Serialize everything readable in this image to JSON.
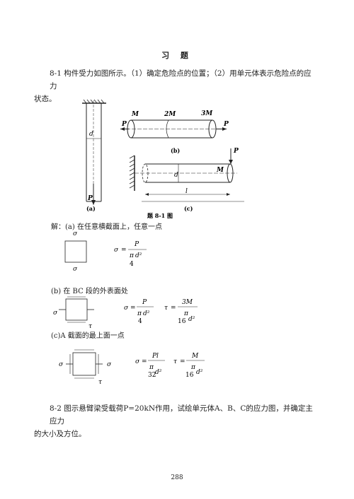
{
  "title": "习  题",
  "problem1": {
    "line1": "8-1    构件受力如图所示。（1）确定危险点的位置；（2）用单元体表示危险点的应力",
    "line2": "状态。"
  },
  "figure": {
    "caption": "题 8-1 图",
    "label_a": "(a)",
    "label_b": "(b)",
    "label_c": "(c)",
    "d": "d",
    "P": "P",
    "M": "M",
    "M2": "2M",
    "M3": "3M",
    "l": "l"
  },
  "solution": {
    "a_head": "解：(a)    在任意横截面上，任意一点",
    "b_head": "(b)    在 BC 段的外表面处",
    "c_head": "(c)A 截面的最上面一点",
    "sigma": "σ",
    "tau": "τ",
    "eq": "=",
    "P": "P",
    "pi": "π",
    "d2": "d²",
    "four": "4",
    "threeM": "3M",
    "sixteen": "16",
    "Pl": "Pl",
    "thirtytwo": "32",
    "M": "M"
  },
  "problem2": {
    "line1": "8-2    图示悬臂梁受载荷P=20kN作用，试绘单元体A、B、C的应力图，并确定主应力",
    "line2": "的大小及方位。"
  },
  "page_number": "288"
}
